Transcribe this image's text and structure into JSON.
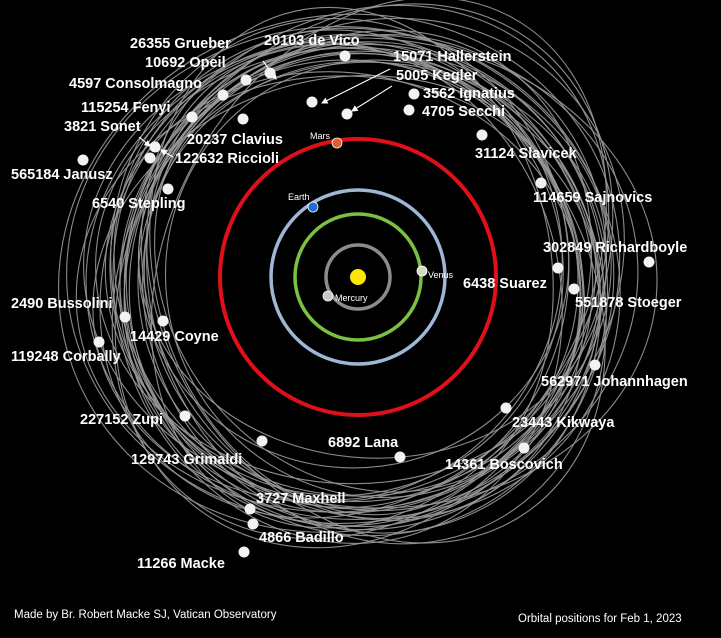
{
  "colors": {
    "background": "#000000",
    "asteroid_orbit": "#9a9a9a",
    "asteroid": "#f2f2f2",
    "sun": "#ffe600",
    "mercury_orbit": "#8c8c8c",
    "venus_orbit": "#7ac143",
    "earth_orbit": "#9fb6d6",
    "mars_orbit": "#e0101a",
    "earth": "#1f6fd1",
    "mars": "#e0602a",
    "venus": "#d8d8c8",
    "mercury": "#c8c8c8"
  },
  "planets": [
    {
      "name": "Mercury"
    },
    {
      "name": "Venus"
    },
    {
      "name": "Earth"
    },
    {
      "name": "Mars"
    }
  ],
  "asteroids": [
    {
      "label": "26355 Grueber"
    },
    {
      "label": "20103 de Vico"
    },
    {
      "label": "10692 Opeil"
    },
    {
      "label": "15071 Hallerstein"
    },
    {
      "label": "5005 Kegler"
    },
    {
      "label": "4597 Consolmagno"
    },
    {
      "label": "3562 Ignatius"
    },
    {
      "label": "4705 Secchi"
    },
    {
      "label": "115254 Fenyi"
    },
    {
      "label": "3821 Sonet"
    },
    {
      "label": "20237 Clavius"
    },
    {
      "label": "122632 Riccioli"
    },
    {
      "label": "31124 Slavicek"
    },
    {
      "label": "565184 Janusz"
    },
    {
      "label": "114659 Sajnovics"
    },
    {
      "label": "6540 Stepling"
    },
    {
      "label": "302849 Richardboyle"
    },
    {
      "label": "6438 Suarez"
    },
    {
      "label": "551878 Stoeger"
    },
    {
      "label": "2490 Bussolini"
    },
    {
      "label": "14429 Coyne"
    },
    {
      "label": "119248 Corbally"
    },
    {
      "label": "562971 Johannhagen"
    },
    {
      "label": "23443 Kikwaya"
    },
    {
      "label": "227152 Zupi"
    },
    {
      "label": "6892 Lana"
    },
    {
      "label": "129743 Grimaldi"
    },
    {
      "label": "14361 Boscovich"
    },
    {
      "label": "3727 Maxhell"
    },
    {
      "label": "4866 Badillo"
    },
    {
      "label": "11266 Macke"
    }
  ],
  "footer": {
    "credit": "Made by Br. Robert Macke SJ, Vatican Observatory",
    "date": "Orbital positions for Feb 1, 2023"
  }
}
